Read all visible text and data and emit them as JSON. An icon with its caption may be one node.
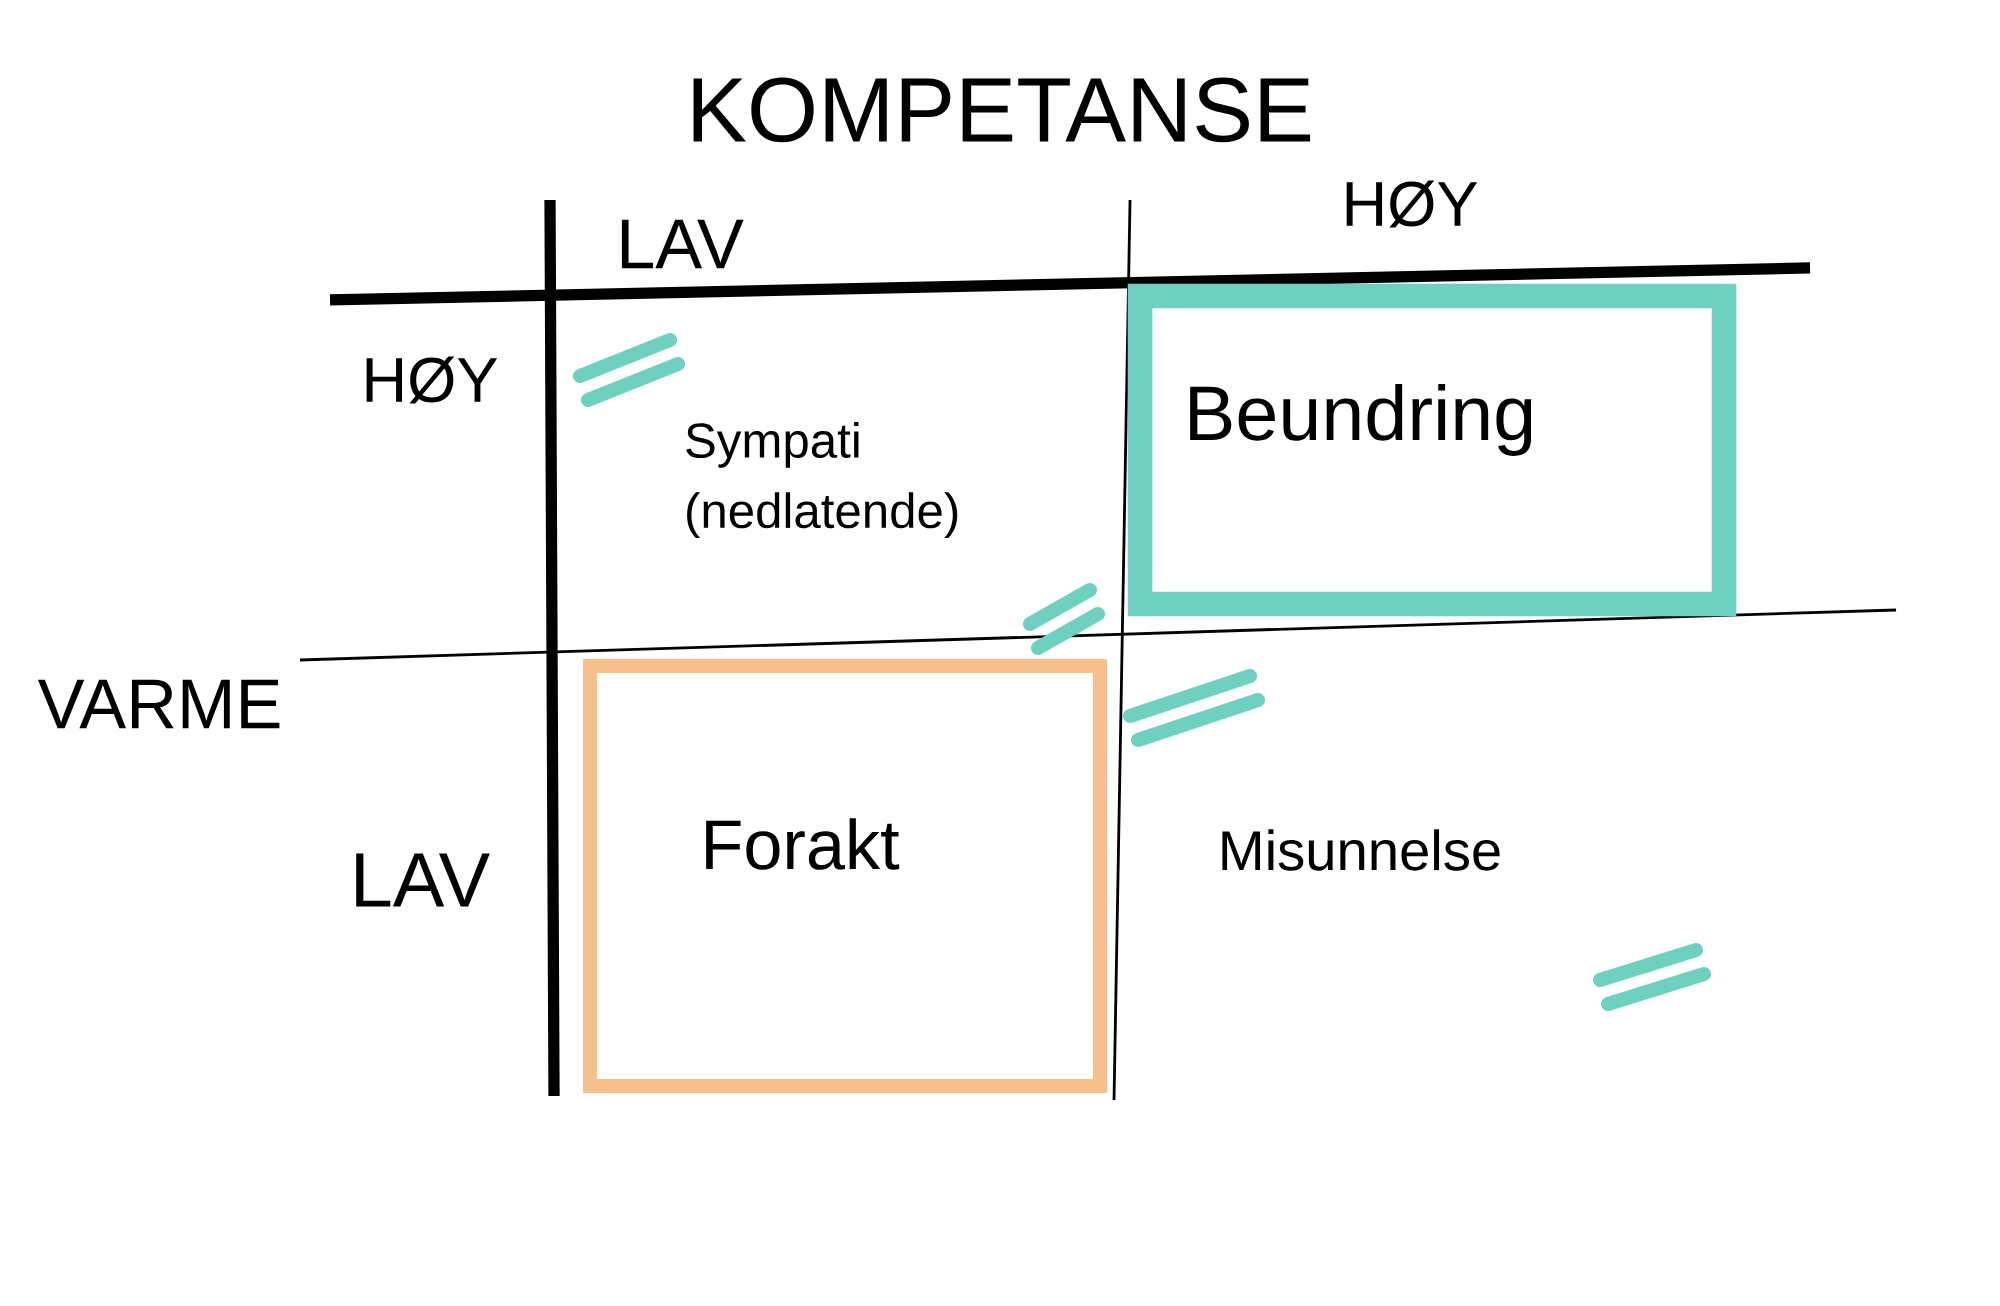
{
  "diagram": {
    "nodes": [
      {
        "text": [
          "Beundring"
        ]
      },
      {
        "text": [
          "Forakt"
        ]
      }
    ],
    "labels": [
      "KOMPETANSE",
      "LAV",
      "HØY",
      "HØY",
      "Sympati (nedlatende)",
      "VARME",
      "LAV",
      "Misunnelse"
    ]
  }
}
